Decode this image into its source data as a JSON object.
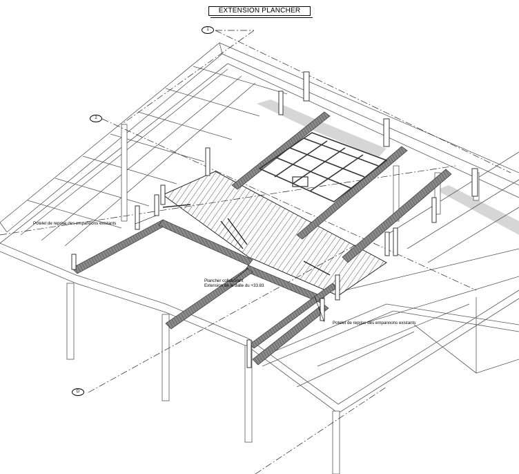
{
  "title": "EXTENSION PLANCHER",
  "grid_marks": {
    "axis_1": "1",
    "axis_2": "2",
    "axis_d": "D"
  },
  "annotations": {
    "potelet_left": "Potelet de reprise des empannons existants",
    "plancher_line1": "Plancher collaborant",
    "plancher_line2": "Extension de la dalle du +33.83",
    "potelet_right": "Potelet de reprise des empannons existants"
  },
  "colors": {
    "line": "#333333",
    "steel": "#7a7a7a",
    "steel_dark": "#4a4a4a",
    "shadow": "#d6d6d6",
    "background": "#ffffff"
  }
}
